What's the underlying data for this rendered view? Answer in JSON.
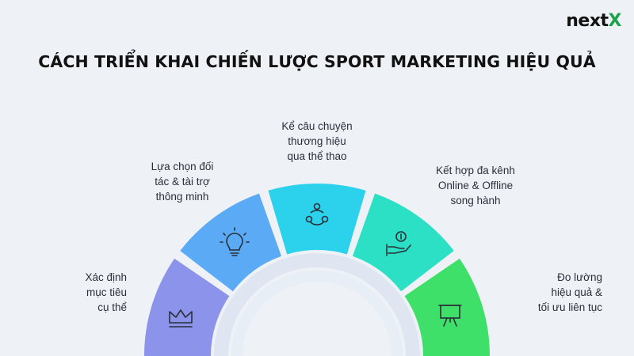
{
  "brand": {
    "name": "next",
    "accent": "X"
  },
  "title": "CÁCH TRIỂN KHAI CHIẾN LƯỢC SPORT MARKETING HIỆU QUẢ",
  "steps": [
    {
      "label": "Xác định\nmục tiêu\ncụ thể",
      "icon": "crown-icon",
      "color": "#8c93ea"
    },
    {
      "label": "Lựa chọn đối\ntác & tài trợ\nthông minh",
      "icon": "lightbulb-icon",
      "color": "#5aaaf5"
    },
    {
      "label": "Kể câu chuyện\nthương hiệu\nqua thể thao",
      "icon": "network-icon",
      "color": "#2cd2ec"
    },
    {
      "label": "Kết hợp đa kênh\nOnline & Offline\nsong hành",
      "icon": "hand-coin-icon",
      "color": "#2be0c4"
    },
    {
      "label": "Đo lường\nhiệu quả &\ntối ưu liên tục",
      "icon": "presentation-board-icon",
      "color": "#3ee06a"
    }
  ],
  "colors": {
    "background": "#eef1f6",
    "inner_ring": "#dfe6f1",
    "inner_ring_light": "#e8eef6",
    "icon_stroke": "#2b2f38",
    "brand_accent": "#1aa34a"
  }
}
